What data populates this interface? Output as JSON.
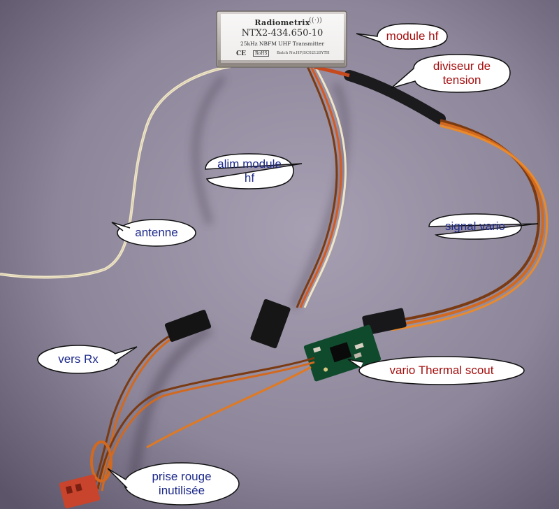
{
  "module": {
    "brand": "Radiometrix",
    "model": "NTX2-434.650-10",
    "subtitle": "25kHz NBFM UHF Transmitter",
    "ce_mark": "CE",
    "rohs": "RoHS",
    "batch": "Batch No.HF/SC02120YTH"
  },
  "callouts": {
    "module_hf": "module hf",
    "diviseur_line1": "diviseur de",
    "diviseur_line2": "tension",
    "alim_line1": "alim module",
    "alim_line2": "hf",
    "antenne": "antenne",
    "signal_vario": "signal vario",
    "vers_rx": "vers Rx",
    "vario_thermal": "vario Thermal scout",
    "prise_line1": "prise rouge",
    "prise_line2": "inutilisée"
  },
  "colors": {
    "background": "#8a8197",
    "callout_red_text": "#a50f0f",
    "callout_blue_text": "#1d2a8a",
    "wire_orange": "#d2691e",
    "wire_brown": "#7a3a12",
    "wire_white": "#efe6c8",
    "pcb_green": "#0f4a2c",
    "connector_red": "#c8442c"
  }
}
